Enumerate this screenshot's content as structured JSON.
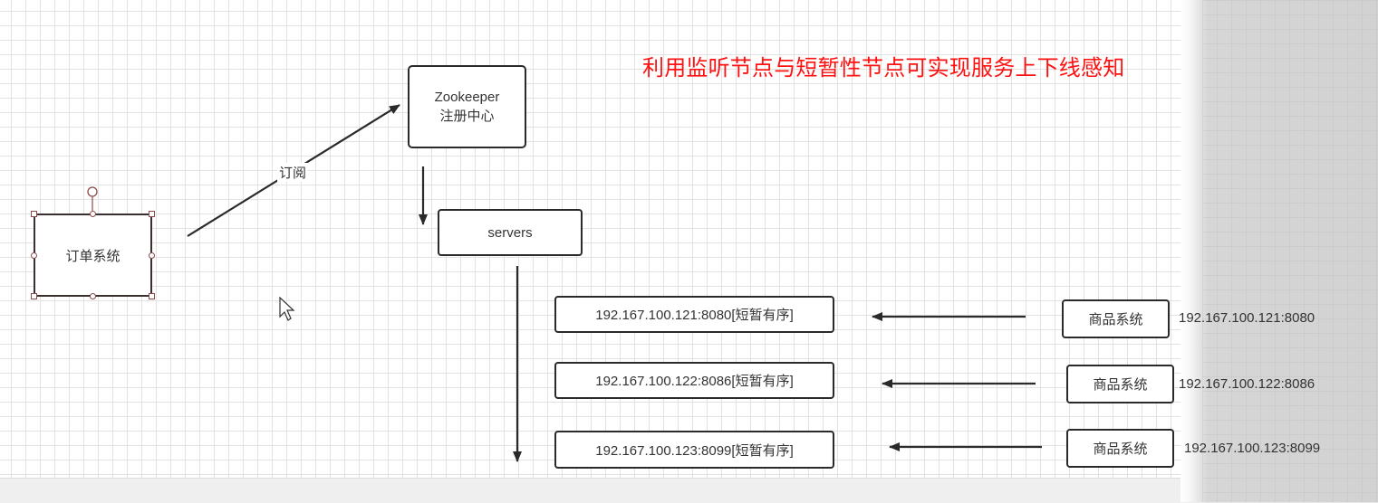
{
  "headline": "利用监听节点与短暂性节点可实现服务上下线感知",
  "nodes": {
    "zookeeper": {
      "line1": "Zookeeper",
      "line2": "注册中心"
    },
    "servers": "servers",
    "order_system": "订单系统",
    "ephemeral_nodes": [
      "192.167.100.121:8080[短暂有序]",
      "192.167.100.122:8086[短暂有序]",
      "192.167.100.123:8099[短暂有序]"
    ],
    "goods_systems": [
      "商品系统",
      "商品系统",
      "商品系统"
    ]
  },
  "edges": {
    "subscribe_label": "订阅"
  },
  "ip_labels": [
    "192.167.100.121:8080",
    "192.167.100.122:8086",
    "192.167.100.123:8099"
  ],
  "colors": {
    "headline": "#ff1111",
    "border": "#2a2a2a",
    "selection_handle": "#8b4a4a",
    "grid": "#e2e2e2"
  }
}
